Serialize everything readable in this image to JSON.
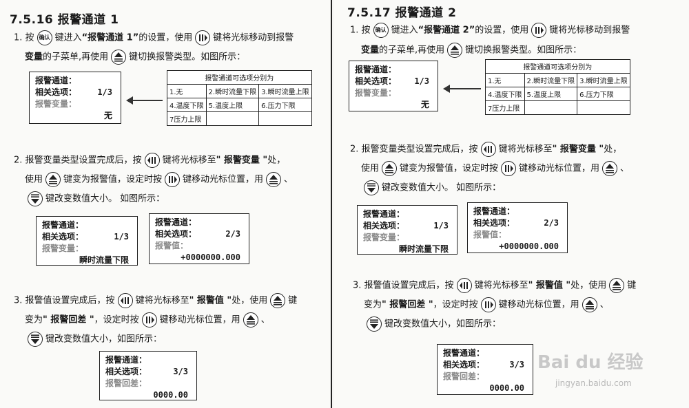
{
  "left": {
    "heading": "7.5.16  报警通道 1",
    "s1": {
      "num": "1.",
      "a": "按",
      "b": "键进入",
      "c": "“报警通道 1”",
      "d": "的设置，使用",
      "e": "键将光标移动到报警",
      "f": "变量",
      "g": "的子菜单,再使用",
      "h": "键切换报警类型。如图所示："
    },
    "lcd1": {
      "r1": "报警通道：",
      "r2": "相关选项：",
      "r2v": "1/3",
      "r3": "报警变量：",
      "r4": "无"
    },
    "table": {
      "title": "报警通道可选项分别为",
      "rows": [
        [
          "1.无",
          "2.瞬时流量下限",
          "3.瞬时流量上限"
        ],
        [
          "4.温度下限",
          "5.温度上限",
          "6.压力下限"
        ],
        [
          "7压力上限",
          "",
          ""
        ]
      ]
    },
    "s2": {
      "num": "2.",
      "a": "报警变量类型设置完成后，按",
      "b": "键将光标移至",
      "c": "\" 报警变量 \"",
      "d": "处，",
      "e": "使用",
      "f": "键变为报警值，设定时按",
      "g": "键移动光标位置，用",
      "h": "、",
      "i": "键改变数值大小。 如图所示："
    },
    "lcd2": {
      "r1": "报警通道：",
      "r2": "相关选项：",
      "r2v": "1/3",
      "r3": "报警变量：",
      "r4": "瞬时流量下限"
    },
    "lcd3": {
      "r1": "报警通道：",
      "r2": "相关选项：",
      "r2v": "2/3",
      "r3": "报警值：",
      "r4": "+0000000.000"
    },
    "s3": {
      "num": "3.",
      "a": "报警值设置完成后，按",
      "b": "键将光标移至",
      "c": "\" 报警值 \"",
      "d": "处，使用",
      "e": "键",
      "f": "变为",
      "g": "\" 报警回差 \"",
      "h": "，设定时按",
      "i": "键移动光标位置，用",
      "j": "、",
      "k": "键改变数值大小，如图所示："
    },
    "lcd4": {
      "r1": "报警通道：",
      "r2": "相关选项：",
      "r2v": "3/3",
      "r3": "报警回差：",
      "r4": "0000.00"
    }
  },
  "right": {
    "heading": "7.5.17  报警通道 2",
    "s1": {
      "num": "1.",
      "a": "按",
      "b": "键进入",
      "c": "“报警通道 2”",
      "d": "的设置，使用",
      "e": "键将光标移动到报警",
      "f": "变量",
      "g": "的子菜单,再使用",
      "h": "键切换报警类型。如图所示："
    },
    "lcd1": {
      "r1": "报警通道：",
      "r2": "相关选项：",
      "r2v": "1/3",
      "r3": "报警变量：",
      "r4": "无"
    },
    "table": {
      "title": "报警通道可选项分别为",
      "rows": [
        [
          "1.无",
          "2.瞬时流量下限",
          "3.瞬时流量上限"
        ],
        [
          "4.温度下限",
          "5.温度上限",
          "6.压力下限"
        ],
        [
          "7压力上限",
          "",
          ""
        ]
      ]
    },
    "s2": {
      "num": "2.",
      "a": "报警变量类型设置完成后，按",
      "b": "键将光标移至",
      "c": "\" 报警变量 \"",
      "d": "处，",
      "e": "使用",
      "f": "键变为报警值，设定时按",
      "g": "键移动光标位置，用",
      "h": "、",
      "i": "键改变数值大小。 如图所示："
    },
    "lcd2": {
      "r1": "报警通道：",
      "r2": "相关选项：",
      "r2v": "1/3",
      "r3": "报警变量：",
      "r4": "瞬时流量下限"
    },
    "lcd3": {
      "r1": "报警通道：",
      "r2": "相关选项：",
      "r2v": "2/3",
      "r3": "报警值：",
      "r4": "+0000000.000"
    },
    "s3": {
      "num": "3.",
      "a": "报警值设置完成后，按",
      "b": "键将光标移至",
      "c": "\" 报警值 \"",
      "d": "处，使用",
      "e": "键",
      "f": "变为",
      "g": "\" 报警回差 \"",
      "h": "，设定时按",
      "i": "键移动光标位置，用",
      "j": "、",
      "k": "键改变数值大小，如图所示："
    },
    "lcd4": {
      "r1": "报警通道：",
      "r2": "相关选项：",
      "r2v": "3/3",
      "r3": "报警回差：",
      "r4": "0000.00"
    }
  },
  "icons": {
    "enter_label": "确认"
  },
  "watermark": {
    "brand": "Bai du 经验",
    "url": "jingyan.baidu.com"
  }
}
